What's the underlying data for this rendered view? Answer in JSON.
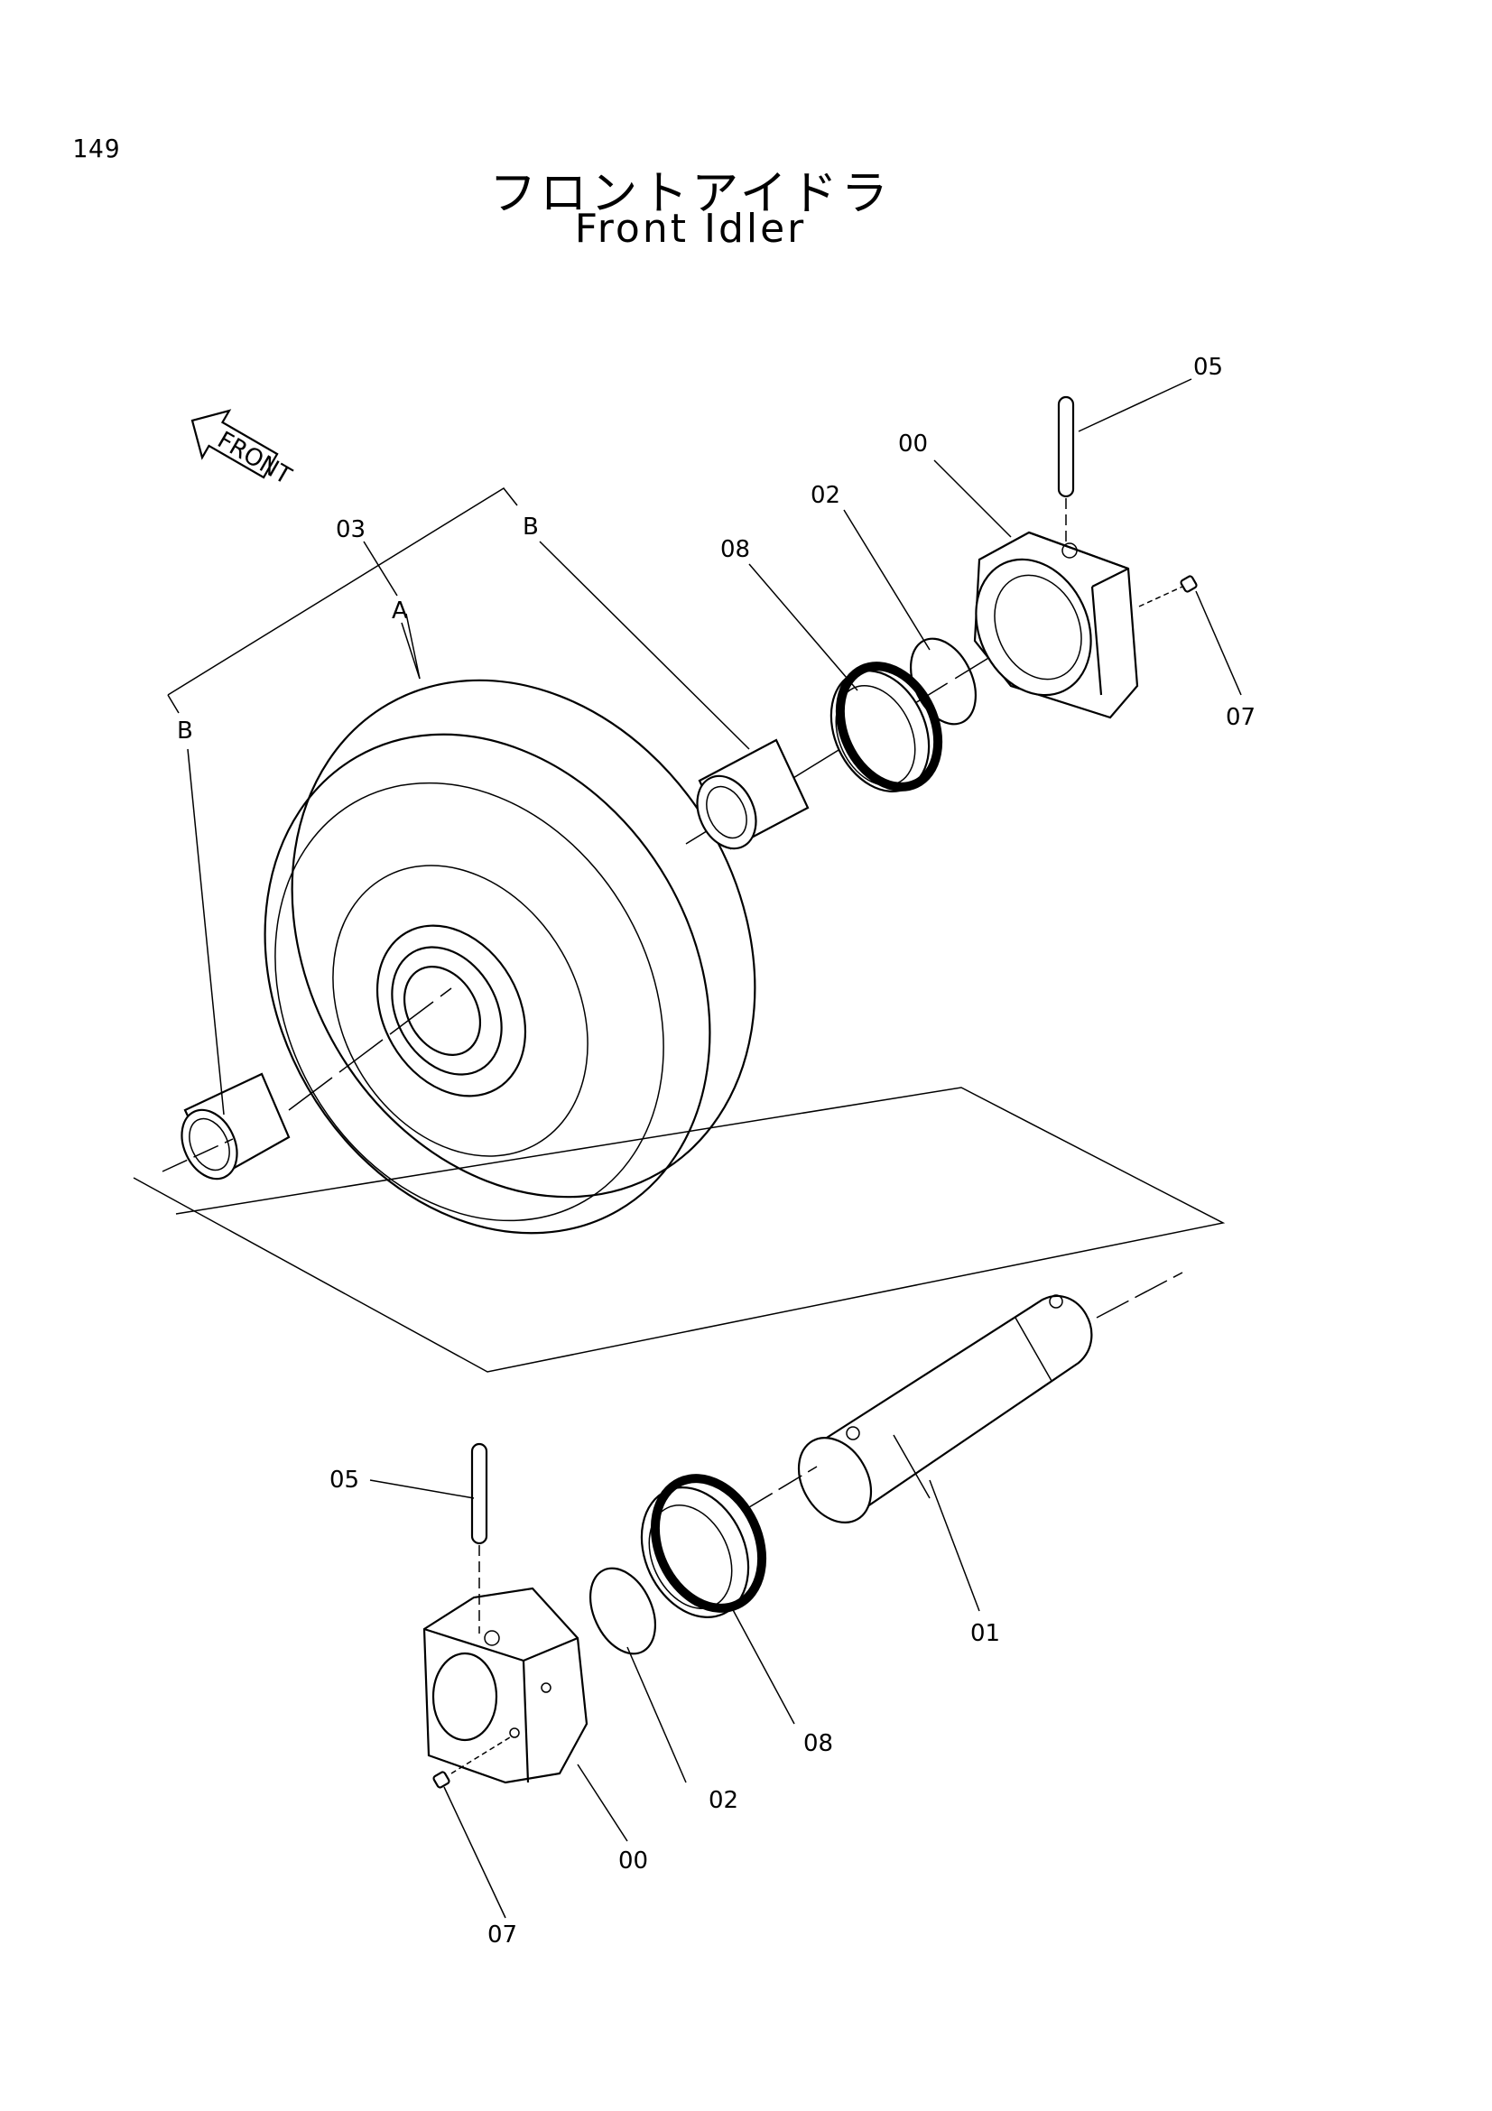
{
  "page_number": "149",
  "title_japanese": "フロントアイドラ",
  "title_english": "Front Idler",
  "front_arrow_label": "FRONT",
  "callouts": {
    "c00_top": "00",
    "c00_bottom": "00",
    "c01": "01",
    "c02_top": "02",
    "c02_bottom": "02",
    "c03": "03",
    "c05_top": "05",
    "c05_bottom": "05",
    "c07_top": "07",
    "c07_bottom": "07",
    "c08_top": "08",
    "c08_bottom": "08",
    "a": "A",
    "b_right": "B",
    "b_left": "B"
  }
}
